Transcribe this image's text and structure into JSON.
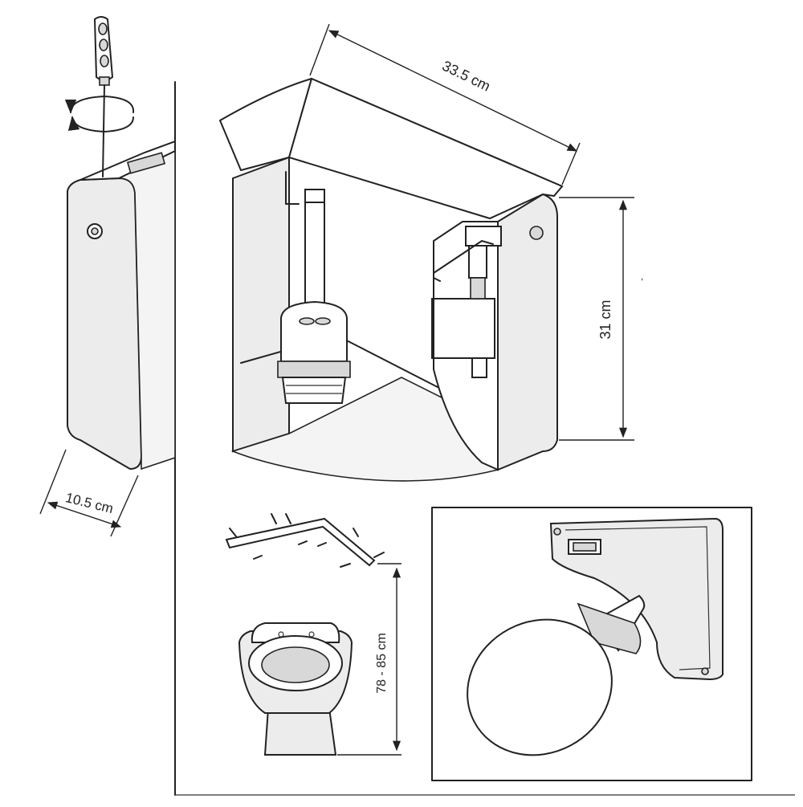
{
  "dimensions": {
    "tank_width": "33.5 cm",
    "tank_height": "31 cm",
    "tank_depth": "10.5 cm",
    "mount_height": "78 - 85 cm"
  },
  "icons": {
    "screwdriver": "screwdriver-icon",
    "rotation": "rotate-arrows-icon"
  },
  "colors": {
    "line": "#222222",
    "panel_fill": "#ececec"
  }
}
